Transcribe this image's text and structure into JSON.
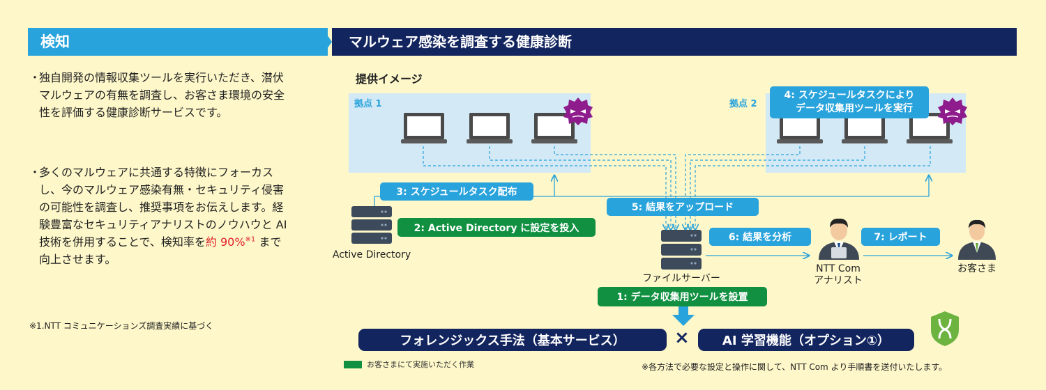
{
  "header": {
    "left_title": "検知",
    "right_title": "マルウェア感染を調査する健康診断"
  },
  "left_text": {
    "para1_bullet": "・",
    "para1": "独自開発の情報収集ツールを実行いただき、潜伏マルウェアの有無を調査し、お客さま環境の安全性を評価する健康診断サービスです。",
    "para2_bullet": "・",
    "para2_before": "多くのマルウェアに共通する特徴にフォーカスし、今のマルウェア感染有無・セキュリティ侵害の可能性を調査し、推奨事項をお伝えします。経験豊富なセキュリティアナリストのノウハウと AI 技術を併用することで、検知率を",
    "para2_highlight": "約 90%",
    "para2_sup": "※1",
    "para2_after": " まで向上させます。",
    "footnote": "※1.NTT コミュニケーションズ調査実績に基づく"
  },
  "diagram": {
    "title": "提供イメージ",
    "site1_label": "拠点 1",
    "site2_label": "拠点 2",
    "step1": "1: データ収集用ツールを設置",
    "step2": "2: Active Directory に設定を投入",
    "step3": "3: スケジュールタスク配布",
    "step4_line1": "4: スケジュールタスクにより",
    "step4_line2": "データ収集用ツールを実行",
    "step5": "5: 結果をアップロード",
    "step6": "6: 結果を分析",
    "step7": "7: レポート",
    "ad_label": "Active Directory",
    "fileserver_label": "ファイルサーバー",
    "analyst_line1": "NTT Com",
    "analyst_line2": "アナリスト",
    "customer_label": "お客さま",
    "forensics": "フォレンジックス手法（基本サービス）",
    "times": "×",
    "ai": "AI 学習機能（オプション①）",
    "legend": "お客さまにて実施いただく作業",
    "note": "※各方法で必要な設定と操作に関して、NTT Com より手順書を送付いたします。"
  },
  "colors": {
    "background": "#fdf7c9",
    "header_left": "#29a3dc",
    "header_right": "#13255e",
    "tag_blue": "#29a3dc",
    "tag_green": "#109040",
    "highlight": "#e0202a",
    "malware": "#8e1c8c"
  },
  "icons": [
    "laptop-icon",
    "malware-icon",
    "server-icon",
    "person-icon",
    "shield-icon",
    "arrow-down-icon"
  ]
}
